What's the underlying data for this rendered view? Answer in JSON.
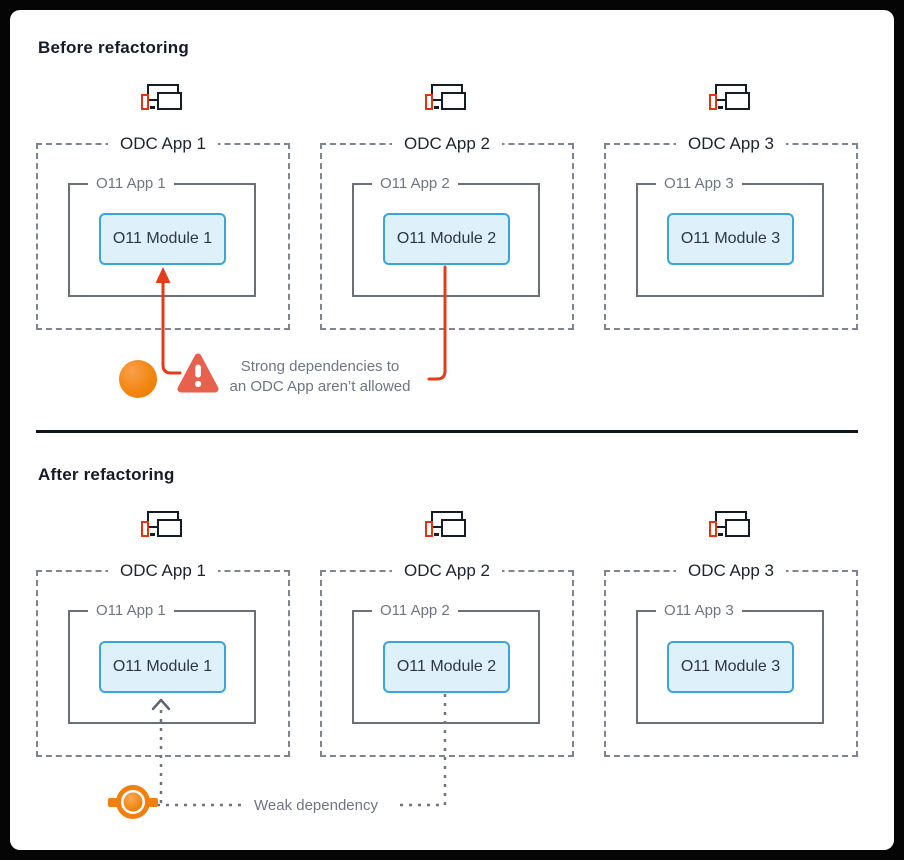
{
  "colors": {
    "module_fill": "#def0fa",
    "module_border": "#39a5da",
    "strong_dependency_red": "#e43c17",
    "warning_triangle": "#e7614d",
    "accent_orange": "#f28011",
    "gray_text": "#6e7681",
    "dark_text": "#1c2430"
  },
  "before": {
    "title": "Before refactoring",
    "columns": [
      {
        "odc": "ODC App 1",
        "o11": "O11 App 1",
        "module": "O11 Module 1"
      },
      {
        "odc": "ODC App 2",
        "o11": "O11 App 2",
        "module": "O11 Module 2"
      },
      {
        "odc": "ODC App 3",
        "o11": "O11 App 3",
        "module": "O11 Module 3"
      }
    ],
    "warning_line1": "Strong dependencies to",
    "warning_line2": "an ODC App aren’t allowed"
  },
  "after": {
    "title": "After refactoring",
    "columns": [
      {
        "odc": "ODC App 1",
        "o11": "O11 App 1",
        "module": "O11 Module 1"
      },
      {
        "odc": "ODC App 2",
        "o11": "O11 App 2",
        "module": "O11 Module 2"
      },
      {
        "odc": "ODC App 3",
        "o11": "O11 App 3",
        "module": "O11 Module 3"
      }
    ],
    "weak_label": "Weak dependency"
  }
}
